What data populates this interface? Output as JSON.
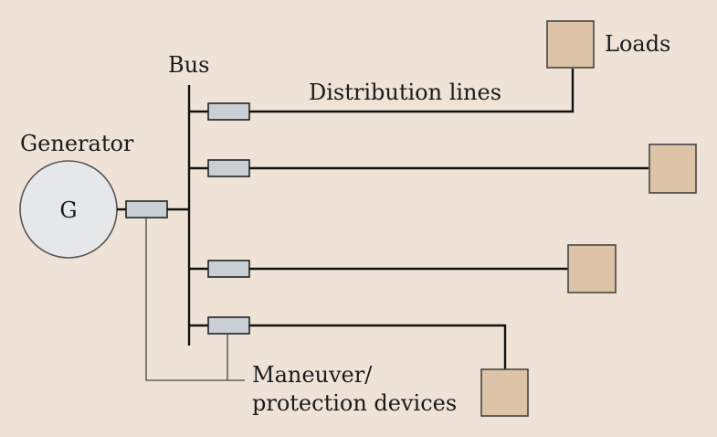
{
  "labels": {
    "bus": "Bus",
    "generator": "Generator",
    "generator_symbol": "G",
    "loads": "Loads",
    "distribution_lines": "Distribution lines",
    "devices_line1": "Maneuver/",
    "devices_line2": "protection devices"
  },
  "colors": {
    "background": "#eee3d6",
    "load_fill": "#ddc4a8",
    "device_fill": "#c9cfd4",
    "generator_fill": "#e6e7e9"
  }
}
